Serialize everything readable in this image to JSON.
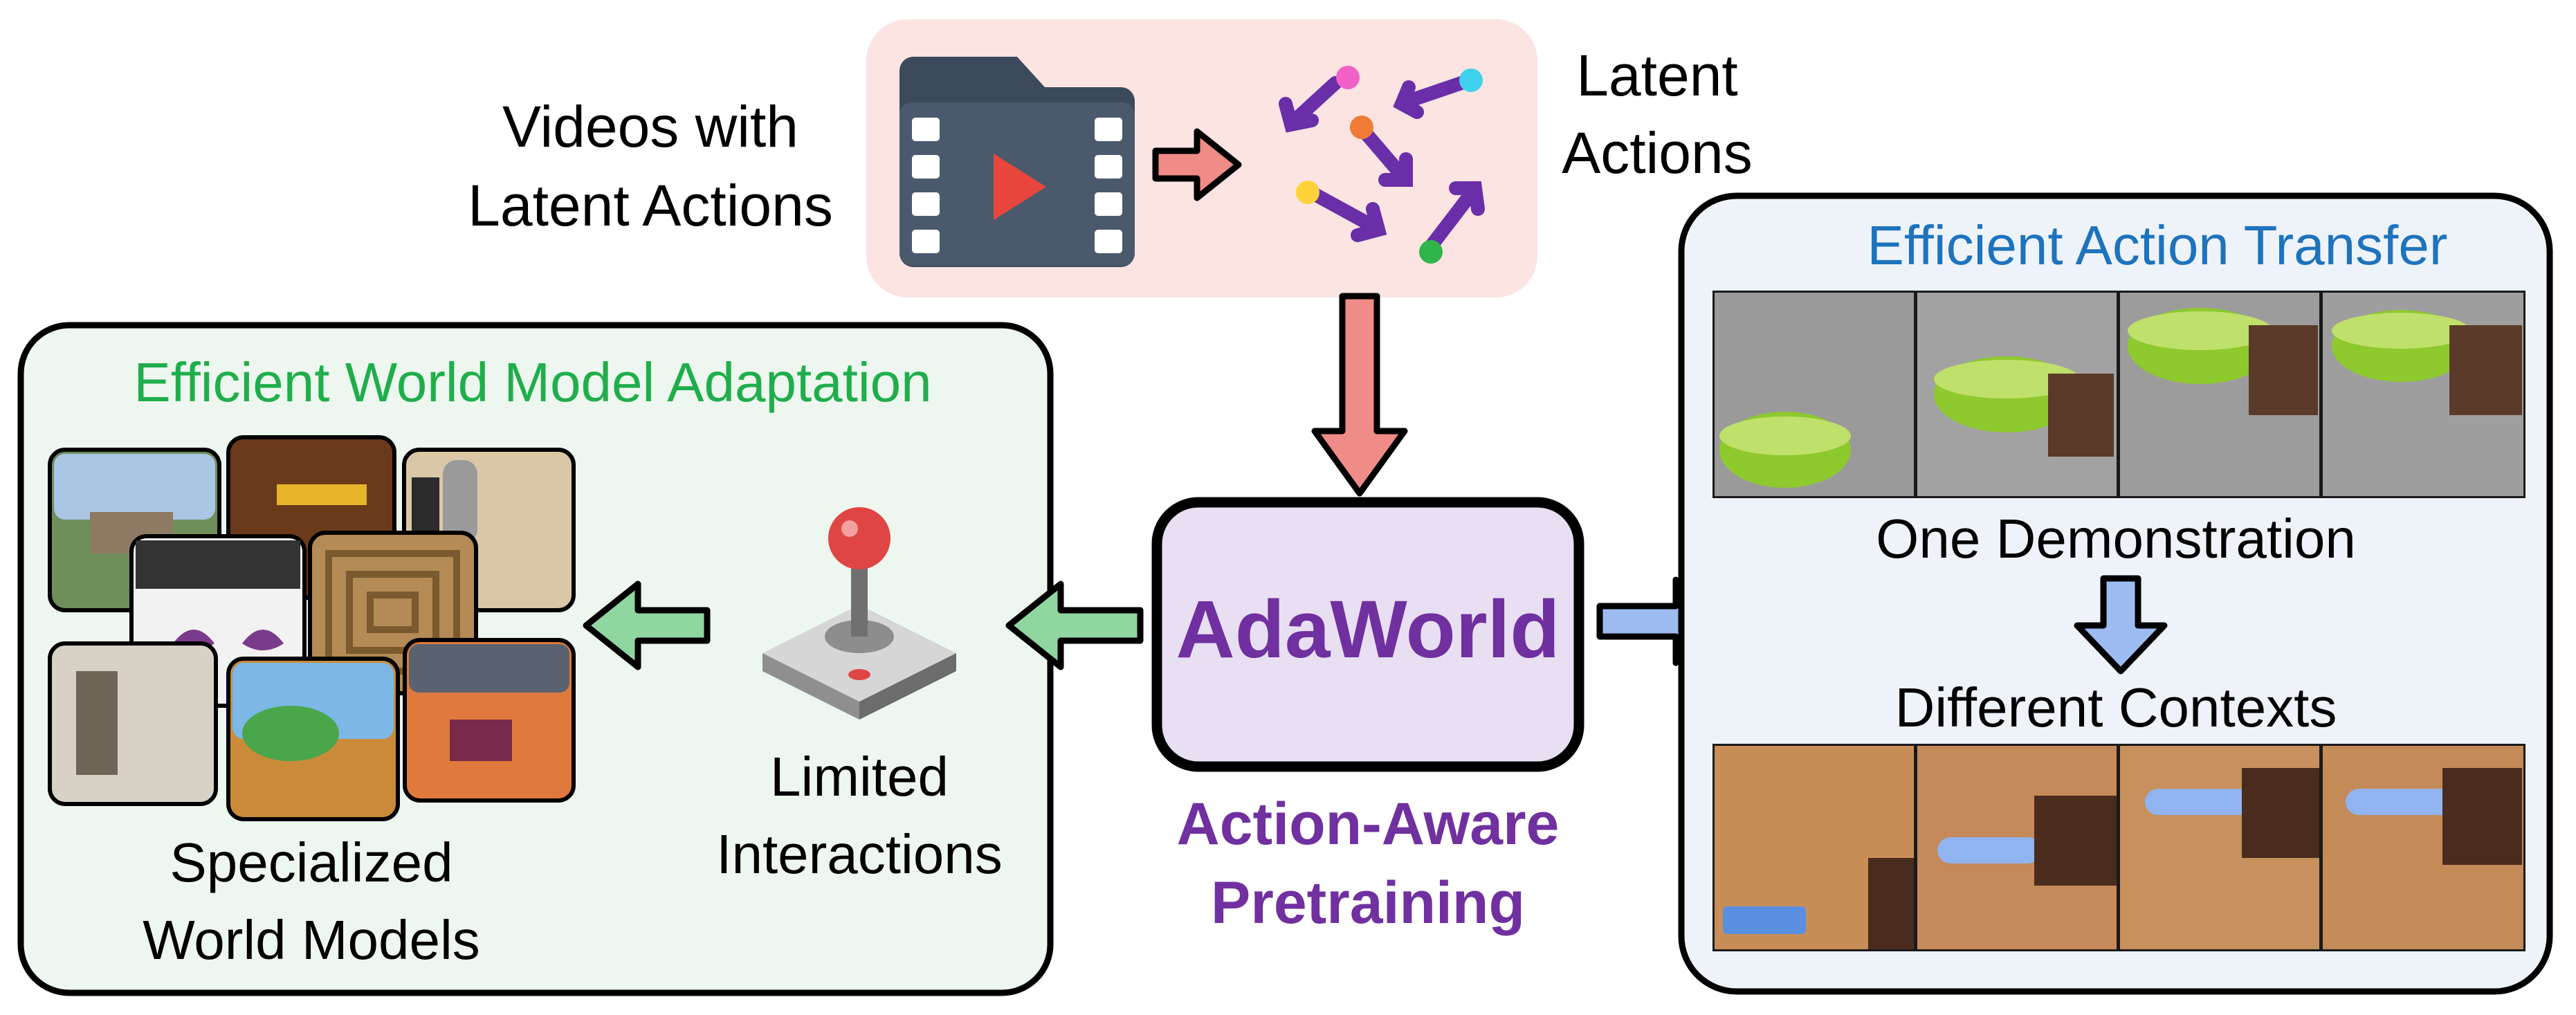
{
  "top": {
    "videos_label_line1": "Videos with",
    "videos_label_line2": "Latent Actions",
    "latent_label_line1": "Latent",
    "latent_label_line2": "Actions"
  },
  "center": {
    "title": "AdaWorld",
    "subtitle_line1": "Action-Aware",
    "subtitle_line2": "Pretraining"
  },
  "left_panel": {
    "title": "Efficient World Model Adaptation",
    "limited_line1": "Limited",
    "limited_line2": "Interactions",
    "specialized_line1": "Specialized",
    "specialized_line2": "World Models"
  },
  "right_panel": {
    "title": "Efficient Action Transfer",
    "demo_label": "One Demonstration",
    "contexts_label": "Different Contexts"
  },
  "colors": {
    "green": "#1fae4b",
    "blue": "#1d73bd",
    "purple": "#7030a0",
    "pink_bg": "#fbe4e2",
    "green_bg": "#eef7ef",
    "blue_bg": "#eef3fa",
    "center_bg": "#e8dff2",
    "arrow_pink": "#f08c87",
    "arrow_green": "#8fd6a0",
    "arrow_blue": "#9cbcf2"
  },
  "icons": {
    "video": "video-folder-icon",
    "latent": "latent-actions-icon",
    "joystick": "joystick-icon"
  }
}
